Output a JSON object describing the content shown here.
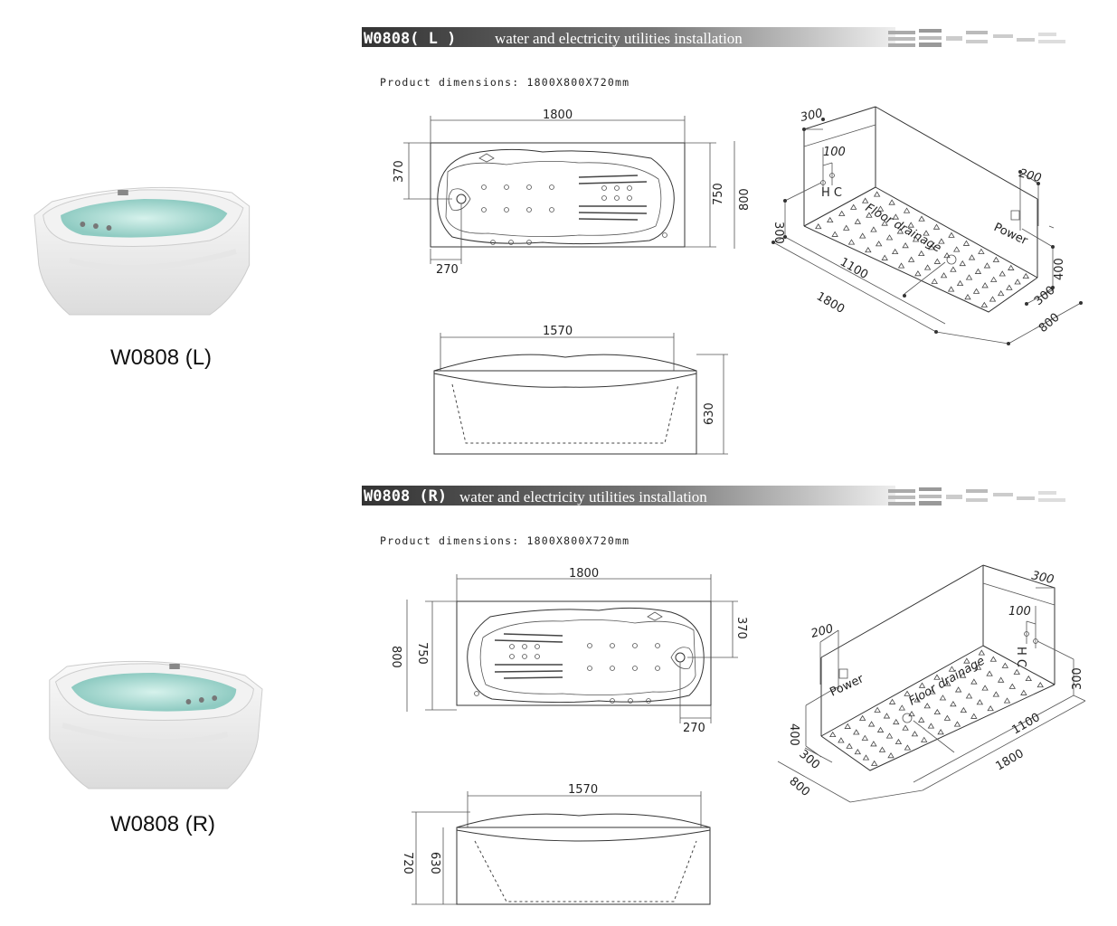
{
  "products": [
    {
      "label": "W0808 (L)",
      "header_model": "W0808( L )",
      "header_text": "water and electricity utilities installation",
      "dimensions_label": "Product dimensions: 1800X800X720mm",
      "top_view": {
        "length": "1800",
        "head": "370",
        "inner_width": "750",
        "outer_width": "800",
        "bottom": "270"
      },
      "side_view": {
        "length": "1570",
        "height": "630"
      },
      "iso_view": {
        "pipe_offset": "300",
        "pipe_gap": "100",
        "hc": "H C",
        "power_offset": "200",
        "power": "Power",
        "floor": "Floor drainage",
        "pipe_height": "300",
        "d1100": "1100",
        "d1800": "1800",
        "power_height": "400",
        "d300": "300",
        "d800": "800"
      }
    },
    {
      "label": "W0808 (R)",
      "header_model": "W0808 (R)",
      "header_text": "water and electricity utilities installation",
      "dimensions_label": "Product dimensions: 1800X800X720mm",
      "top_view": {
        "length": "1800",
        "head": "370",
        "inner_width": "750",
        "outer_width": "800",
        "bottom": "270"
      },
      "side_view": {
        "length": "1570",
        "height": "630",
        "total_height": "720"
      },
      "iso_view": {
        "pipe_offset": "300",
        "pipe_gap": "100",
        "hc": "H C",
        "power_offset": "200",
        "power": "Power",
        "floor": "Floor drainage",
        "pipe_height": "300",
        "d1100": "1100",
        "d1800": "1800",
        "power_height": "400",
        "d300": "300",
        "d800": "800"
      }
    }
  ],
  "colors": {
    "header_dark": "#3a3a3a",
    "water": "#a8d8d0"
  }
}
